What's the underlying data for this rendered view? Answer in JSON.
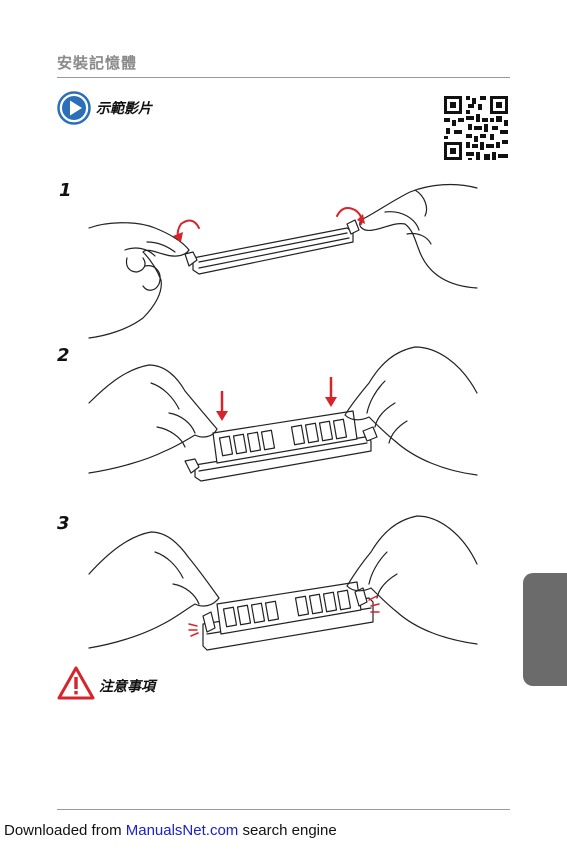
{
  "header": {
    "title": "安裝記憶體"
  },
  "video": {
    "label": "示範影片",
    "icon": "play-circle-icon"
  },
  "qr": {
    "icon": "qr-code-icon"
  },
  "steps": [
    {
      "number": "1"
    },
    {
      "number": "2"
    },
    {
      "number": "3"
    }
  ],
  "note": {
    "label": "注意事項",
    "icon": "warning-triangle-icon"
  },
  "footer": {
    "prefix": "Downloaded from ",
    "link": "ManualsNet.com",
    "suffix": " search engine"
  },
  "colors": {
    "accent_blue": "#2a6fb8",
    "warning_red": "#d8232a",
    "arrow_red": "#d8232a",
    "tab_gray": "#6b6b6b",
    "link_blue": "#1a22c9"
  }
}
